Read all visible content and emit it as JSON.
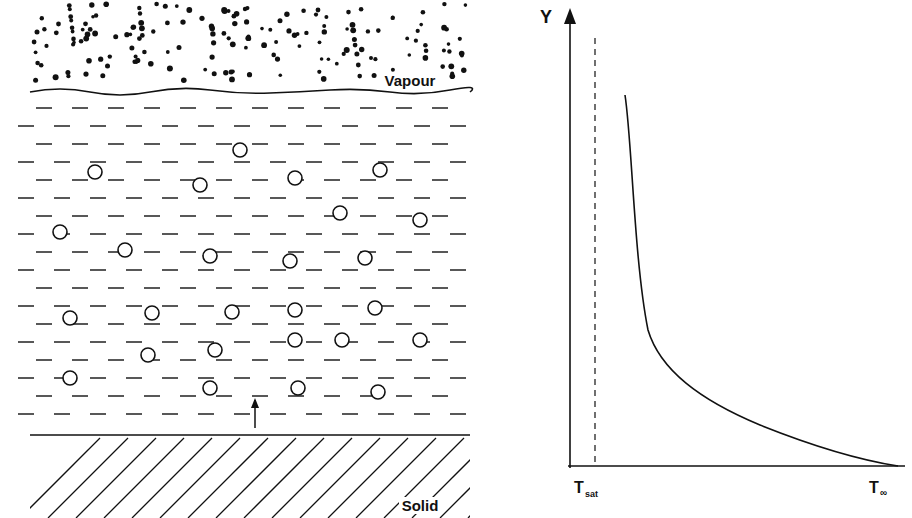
{
  "diagram": {
    "labels": [
      "Vapour",
      "Solid",
      "Y",
      "T",
      "sat",
      "T",
      "∞"
    ]
  }
}
